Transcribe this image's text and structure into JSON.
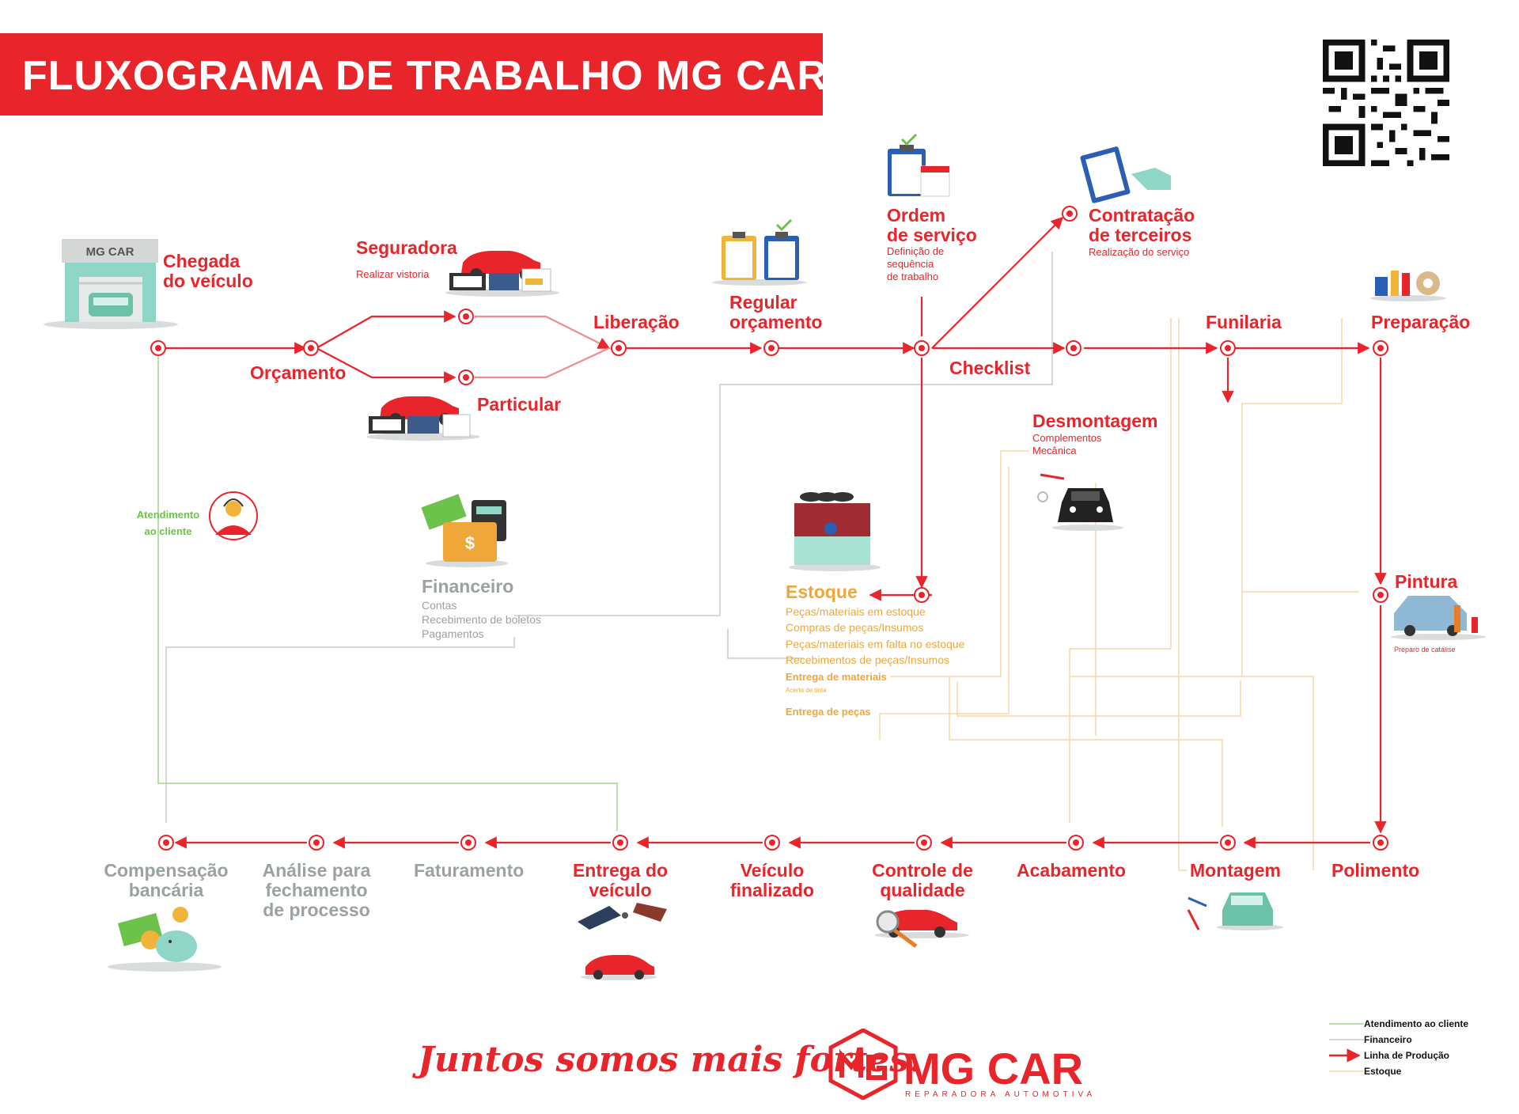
{
  "title": "FLUXOGRAMA DE TRABALHO MG CAR",
  "colors": {
    "red": "#e8252a",
    "gray": "#9ba2a2",
    "orange": "#f0a73a",
    "green": "#6cc24a"
  },
  "garage_sign": "MG CAR",
  "nodes": {
    "chegada": "Chegada\ndo veículo",
    "orcamento": "Orçamento",
    "seguradora": "Seguradora",
    "seguradora_sub": "Realizar vistoria",
    "particular": "Particular",
    "liberacao": "Liberação",
    "regular": "Regular\norçamento",
    "ordem": "Ordem\nde serviço",
    "ordem_sub": "Definição de\nsequência\nde trabalho",
    "checklist": "Checklist",
    "contratacao": "Contratação\nde terceiros",
    "contratacao_sub": "Realização do serviço",
    "funilaria": "Funilaria",
    "preparacao": "Preparação",
    "desmontagem": "Desmontagem",
    "desmontagem_sub": "Complementos\nMecânica",
    "pintura": "Pintura",
    "pintura_sub": "Preparo de catálise",
    "polimento": "Polimento",
    "montagem": "Montagem",
    "acabamento": "Acabamento",
    "controle": "Controle de\nqualidade",
    "veiculo_finalizado": "Veículo\nfinalizado",
    "entrega_veiculo": "Entrega do\nveículo",
    "faturamento": "Faturamento",
    "analise": "Análise para\nfechamento\nde processo",
    "compensacao": "Compensação\nbancária",
    "atendimento": "Atendimento\nao cliente"
  },
  "financeiro": {
    "title": "Financeiro",
    "items": [
      "Contas",
      "Recebimento de boletos",
      "Pagamentos"
    ]
  },
  "estoque": {
    "title": "Estoque",
    "items": [
      "Peças/materiais em estoque",
      "Compras de peças/Insumos",
      "Peças/materiais em falta no estoque",
      "Recebimentos de peças/Insumos"
    ],
    "entrega_materiais": "Entrega de materiais",
    "acerto": "Acerto de tinta",
    "entrega_pecas": "Entrega de peças"
  },
  "slogan": "Juntos somos mais fortes.",
  "brand": "MG CAR",
  "brand_sub": "REPARADORA AUTOMOTIVA",
  "legend": [
    "Atendimento ao cliente",
    "Financeiro",
    "Linha de Produção",
    "Estoque"
  ]
}
